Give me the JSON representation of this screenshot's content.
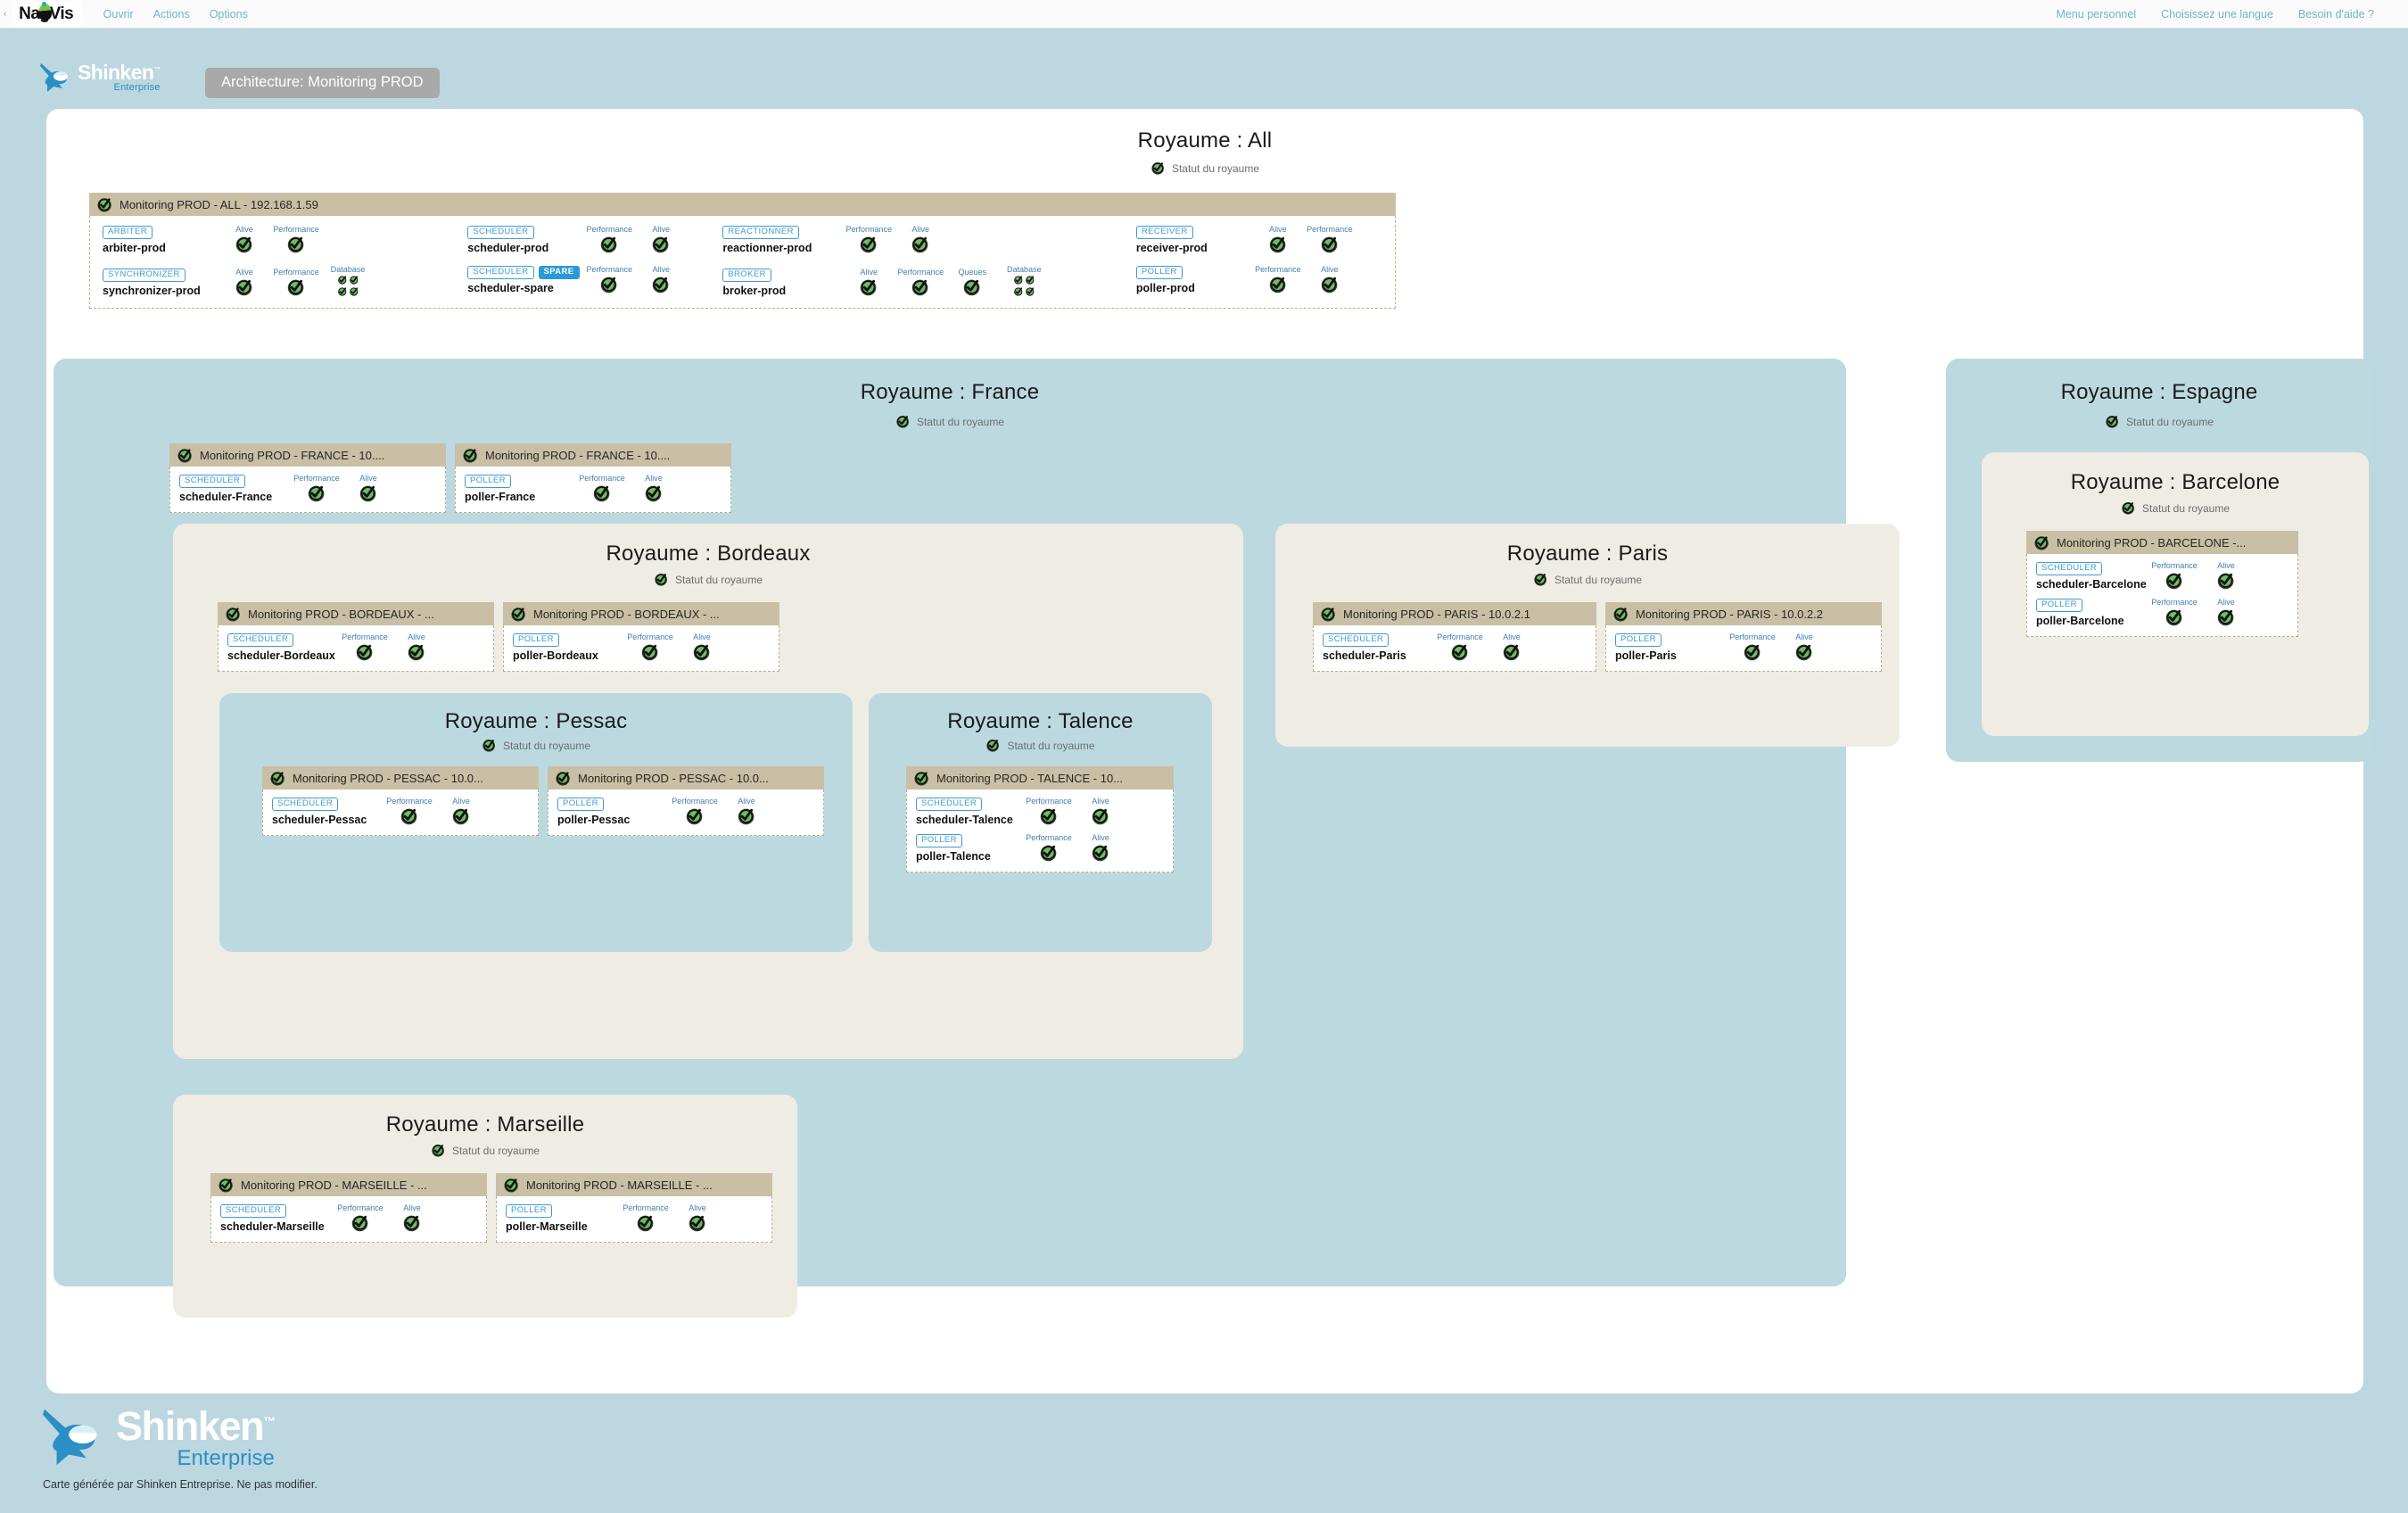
{
  "topbar": {
    "logo_text": "NagVis",
    "left_arrow": "‹",
    "menu": [
      {
        "label": "Ouvrir",
        "name": "menu-ouvrir"
      },
      {
        "label": "Actions",
        "name": "menu-actions"
      },
      {
        "label": "Options",
        "name": "menu-options"
      }
    ],
    "right_menu": [
      {
        "label": "Menu personnel",
        "name": "menu-personnel"
      },
      {
        "label": "Choisissez une langue",
        "name": "menu-langue"
      },
      {
        "label": "Besoin d'aide ?",
        "name": "menu-aide"
      }
    ]
  },
  "brand": {
    "name": "Shinken",
    "tm": "™",
    "tagline": "Enterprise"
  },
  "map_title": "Architecture: Monitoring PROD",
  "footer": {
    "name": "Shinken",
    "tm": "™",
    "tagline": "Enterprise",
    "note": "Carte générée par Shinken Entreprise. Ne pas modifier."
  },
  "status_label": "Statut du royaume",
  "labels": {
    "alive": "Alive",
    "performance": "Performance",
    "database": "Database",
    "queues": "Queues"
  },
  "tags": {
    "arbiter": "ARBITER",
    "scheduler": "SCHEDULER",
    "reactionner": "REACTIONNER",
    "receiver": "RECEIVER",
    "synchronizer": "SYNCHRONIZER",
    "broker": "BROKER",
    "poller": "POLLER",
    "spare": "SPARE"
  },
  "colors": {
    "page_bg": "#bcd7e0",
    "canvas_bg": "#ffffff",
    "royaume_blue": "#bcd9e0",
    "royaume_beige": "#efece3",
    "host_header": "#c9bfa4",
    "tag_blue": "#3f9ad0",
    "spare_blue": "#2a9ad6",
    "status_green": "#6cbf5d",
    "link_blue": "#6fb3cd",
    "title_chip": "#a9a9a9"
  },
  "royaumes": {
    "all": {
      "title": "Royaume : All",
      "host": {
        "title": "Monitoring PROD - ALL - 192.168.1.59",
        "rows": [
          [
            {
              "tag": "ARBITER",
              "host": "arbiter-prod",
              "metrics": [
                {
                  "label": "Alive",
                  "kind": "single"
                },
                {
                  "label": "Performance",
                  "kind": "single"
                }
              ]
            },
            {
              "tag": "SCHEDULER",
              "host": "scheduler-prod",
              "metrics": [
                {
                  "label": "Performance",
                  "kind": "single"
                },
                {
                  "label": "Alive",
                  "kind": "single"
                }
              ]
            },
            {
              "tag": "REACTIONNER",
              "host": "reactionner-prod",
              "metrics": [
                {
                  "label": "Performance",
                  "kind": "single"
                },
                {
                  "label": "Alive",
                  "kind": "single"
                }
              ]
            },
            {
              "tag": "RECEIVER",
              "host": "receiver-prod",
              "metrics": [
                {
                  "label": "Alive",
                  "kind": "single"
                },
                {
                  "label": "Performance",
                  "kind": "single"
                }
              ]
            }
          ],
          [
            {
              "tag": "SYNCHRONIZER",
              "host": "synchronizer-prod",
              "metrics": [
                {
                  "label": "Alive",
                  "kind": "single"
                },
                {
                  "label": "Performance",
                  "kind": "single"
                },
                {
                  "label": "Database",
                  "kind": "quad"
                }
              ]
            },
            {
              "tag": "SCHEDULER",
              "badge": "SPARE",
              "host": "scheduler-spare",
              "metrics": [
                {
                  "label": "Performance",
                  "kind": "single"
                },
                {
                  "label": "Alive",
                  "kind": "single"
                }
              ]
            },
            {
              "tag": "BROKER",
              "host": "broker-prod",
              "metrics": [
                {
                  "label": "Alive",
                  "kind": "single"
                },
                {
                  "label": "Performance",
                  "kind": "single"
                },
                {
                  "label": "Queues",
                  "kind": "single"
                },
                {
                  "label": "Database",
                  "kind": "quad"
                }
              ]
            },
            {
              "tag": "POLLER",
              "host": "poller-prod",
              "metrics": [
                {
                  "label": "Performance",
                  "kind": "single"
                },
                {
                  "label": "Alive",
                  "kind": "single"
                }
              ]
            }
          ]
        ]
      }
    },
    "france": {
      "title": "Royaume : France",
      "hosts": [
        {
          "title": "Monitoring PROD - FRANCE - 10....",
          "tag": "SCHEDULER",
          "host": "scheduler-France",
          "metrics": [
            {
              "label": "Performance"
            },
            {
              "label": "Alive"
            }
          ]
        },
        {
          "title": "Monitoring PROD - FRANCE - 10....",
          "tag": "POLLER",
          "host": "poller-France",
          "metrics": [
            {
              "label": "Performance"
            },
            {
              "label": "Alive"
            }
          ]
        }
      ]
    },
    "bordeaux": {
      "title": "Royaume : Bordeaux",
      "hosts": [
        {
          "title": "Monitoring PROD - BORDEAUX - ...",
          "tag": "SCHEDULER",
          "host": "scheduler-Bordeaux",
          "metrics": [
            {
              "label": "Performance"
            },
            {
              "label": "Alive"
            }
          ]
        },
        {
          "title": "Monitoring PROD - BORDEAUX - ...",
          "tag": "POLLER",
          "host": "poller-Bordeaux",
          "metrics": [
            {
              "label": "Performance"
            },
            {
              "label": "Alive"
            }
          ]
        }
      ]
    },
    "pessac": {
      "title": "Royaume : Pessac",
      "hosts": [
        {
          "title": "Monitoring PROD - PESSAC - 10.0...",
          "tag": "SCHEDULER",
          "host": "scheduler-Pessac",
          "metrics": [
            {
              "label": "Performance"
            },
            {
              "label": "Alive"
            }
          ]
        },
        {
          "title": "Monitoring PROD - PESSAC - 10.0...",
          "tag": "POLLER",
          "host": "poller-Pessac",
          "metrics": [
            {
              "label": "Performance"
            },
            {
              "label": "Alive"
            }
          ]
        }
      ]
    },
    "talence": {
      "title": "Royaume : Talence",
      "host": {
        "title": "Monitoring PROD - TALENCE - 10...",
        "rows": [
          {
            "tag": "SCHEDULER",
            "host": "scheduler-Talence",
            "metrics": [
              {
                "label": "Performance"
              },
              {
                "label": "Alive"
              }
            ]
          },
          {
            "tag": "POLLER",
            "host": "poller-Talence",
            "metrics": [
              {
                "label": "Performance"
              },
              {
                "label": "Alive"
              }
            ]
          }
        ]
      }
    },
    "paris": {
      "title": "Royaume : Paris",
      "hosts": [
        {
          "title": "Monitoring PROD - PARIS - 10.0.2.1",
          "tag": "SCHEDULER",
          "host": "scheduler-Paris",
          "metrics": [
            {
              "label": "Performance"
            },
            {
              "label": "Alive"
            }
          ]
        },
        {
          "title": "Monitoring PROD - PARIS - 10.0.2.2",
          "tag": "POLLER",
          "host": "poller-Paris",
          "metrics": [
            {
              "label": "Performance"
            },
            {
              "label": "Alive"
            }
          ]
        }
      ]
    },
    "marseille": {
      "title": "Royaume : Marseille",
      "hosts": [
        {
          "title": "Monitoring PROD - MARSEILLE - ...",
          "tag": "SCHEDULER",
          "host": "scheduler-Marseille",
          "metrics": [
            {
              "label": "Performance"
            },
            {
              "label": "Alive"
            }
          ]
        },
        {
          "title": "Monitoring PROD - MARSEILLE - ...",
          "tag": "POLLER",
          "host": "poller-Marseille",
          "metrics": [
            {
              "label": "Performance"
            },
            {
              "label": "Alive"
            }
          ]
        }
      ]
    },
    "espagne": {
      "title": "Royaume : Espagne"
    },
    "barcelone": {
      "title": "Royaume : Barcelone",
      "host": {
        "title": "Monitoring PROD - BARCELONE -...",
        "rows": [
          {
            "tag": "SCHEDULER",
            "host": "scheduler-Barcelone",
            "metrics": [
              {
                "label": "Performance"
              },
              {
                "label": "Alive"
              }
            ]
          },
          {
            "tag": "POLLER",
            "host": "poller-Barcelone",
            "metrics": [
              {
                "label": "Performance"
              },
              {
                "label": "Alive"
              }
            ]
          }
        ]
      }
    }
  }
}
